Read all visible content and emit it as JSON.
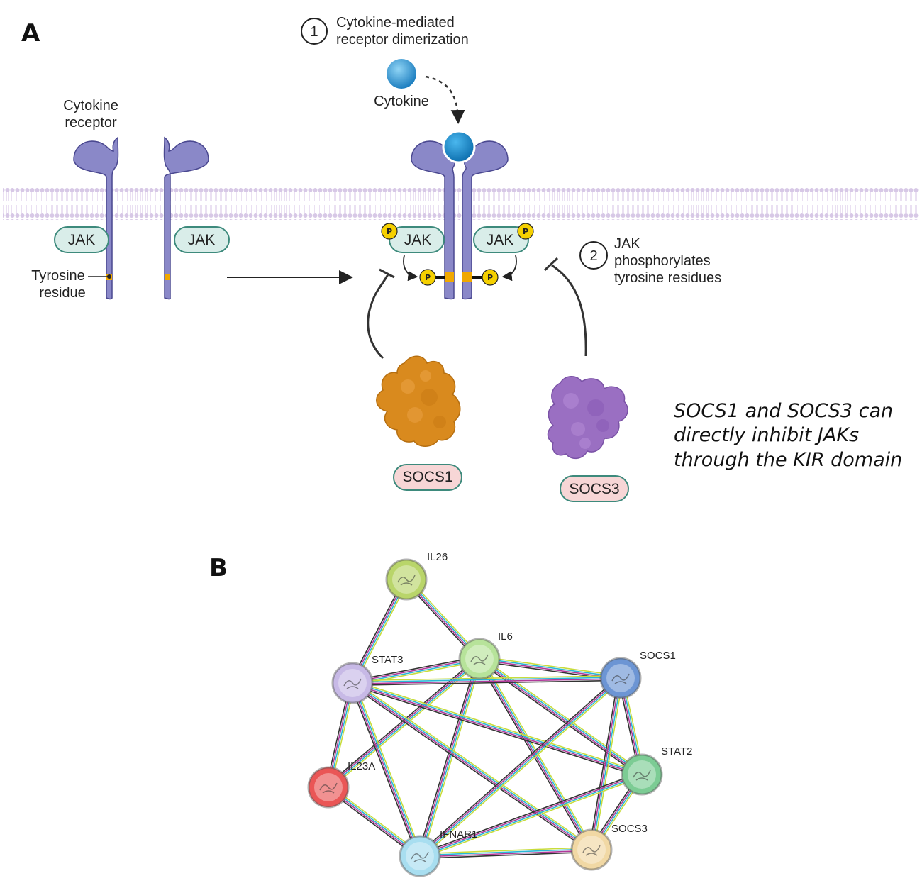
{
  "panel_a": {
    "letter": "A",
    "step1": {
      "number": "1",
      "line1": "Cytokine-mediated",
      "line2": "receptor dimerization"
    },
    "step2": {
      "number": "2",
      "line1": "JAK",
      "line2": "phosphorylates",
      "line3": "tyrosine residues"
    },
    "cytokine_label": "Cytokine",
    "receptor_label": {
      "line1": "Cytokine",
      "line2": "receptor"
    },
    "tyrosine_label": {
      "line1": "Tyrosine",
      "line2": "residue"
    },
    "jak_label": "JAK",
    "phospho_label": "P",
    "socs1_label": "SOCS1",
    "socs3_label": "SOCS3",
    "note": {
      "line1": "SOCS1 and SOCS3 can",
      "line2": "directly inhibit JAKs",
      "line3": "through the KIR domain"
    },
    "colors": {
      "receptor": "#8a88c8",
      "receptor_dark": "#4a4890",
      "membrane": "#d9cce8",
      "jak_fill": "#d9ede9",
      "jak_stroke": "#3d8a7c",
      "phospho": "#f5d000",
      "tyrosine": "#f0a800",
      "cytokine": "#1e90d0",
      "socs1": "#d98a1e",
      "socs3": "#9a6fc2",
      "socs_tag_fill": "#f7d6d6",
      "socs_tag_stroke": "#3d8a7c"
    }
  },
  "panel_b": {
    "letter": "B",
    "nodes": [
      {
        "id": "IL26",
        "label": "IL26",
        "color": "#b9d56a"
      },
      {
        "id": "IL6",
        "label": "IL6",
        "color": "#b7e39a"
      },
      {
        "id": "STAT3",
        "label": "STAT3",
        "color": "#c7b9e6"
      },
      {
        "id": "SOCS1",
        "label": "SOCS1",
        "color": "#6c95d4"
      },
      {
        "id": "STAT2",
        "label": "STAT2",
        "color": "#7ccc94"
      },
      {
        "id": "IL23A",
        "label": "IL23A",
        "color": "#ea5656"
      },
      {
        "id": "IFNAR1",
        "label": "IFNAR1",
        "color": "#a8def0"
      },
      {
        "id": "SOCS3",
        "label": "SOCS3",
        "color": "#f1d8a4"
      }
    ],
    "edges": [
      [
        "IL26",
        "STAT3"
      ],
      [
        "IL26",
        "IL6"
      ],
      [
        "IL6",
        "STAT3"
      ],
      [
        "IL6",
        "SOCS1"
      ],
      [
        "IL6",
        "STAT2"
      ],
      [
        "IL6",
        "SOCS3"
      ],
      [
        "IL6",
        "IFNAR1"
      ],
      [
        "IL6",
        "IL23A"
      ],
      [
        "STAT3",
        "SOCS1"
      ],
      [
        "STAT3",
        "STAT2"
      ],
      [
        "STAT3",
        "SOCS3"
      ],
      [
        "STAT3",
        "IFNAR1"
      ],
      [
        "STAT3",
        "IL23A"
      ],
      [
        "SOCS1",
        "STAT2"
      ],
      [
        "SOCS1",
        "SOCS3"
      ],
      [
        "SOCS1",
        "IFNAR1"
      ],
      [
        "STAT2",
        "SOCS3"
      ],
      [
        "STAT2",
        "IFNAR1"
      ],
      [
        "IFNAR1",
        "SOCS3"
      ],
      [
        "IL23A",
        "IFNAR1"
      ]
    ],
    "edge_colors": [
      "#c8dc3c",
      "#2bb7d6",
      "#b03a9a",
      "#333333"
    ]
  }
}
